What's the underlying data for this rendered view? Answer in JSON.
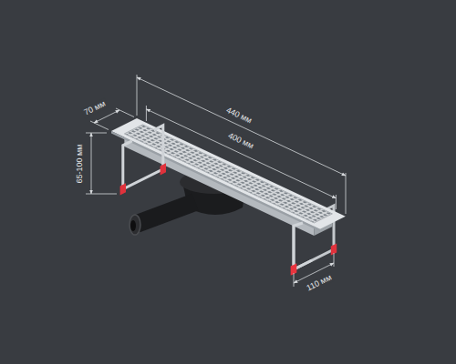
{
  "diagram": {
    "labels": [
      "440 мм",
      "400 мм",
      "70 мм",
      "65-100 мм",
      "110 мм"
    ]
  }
}
